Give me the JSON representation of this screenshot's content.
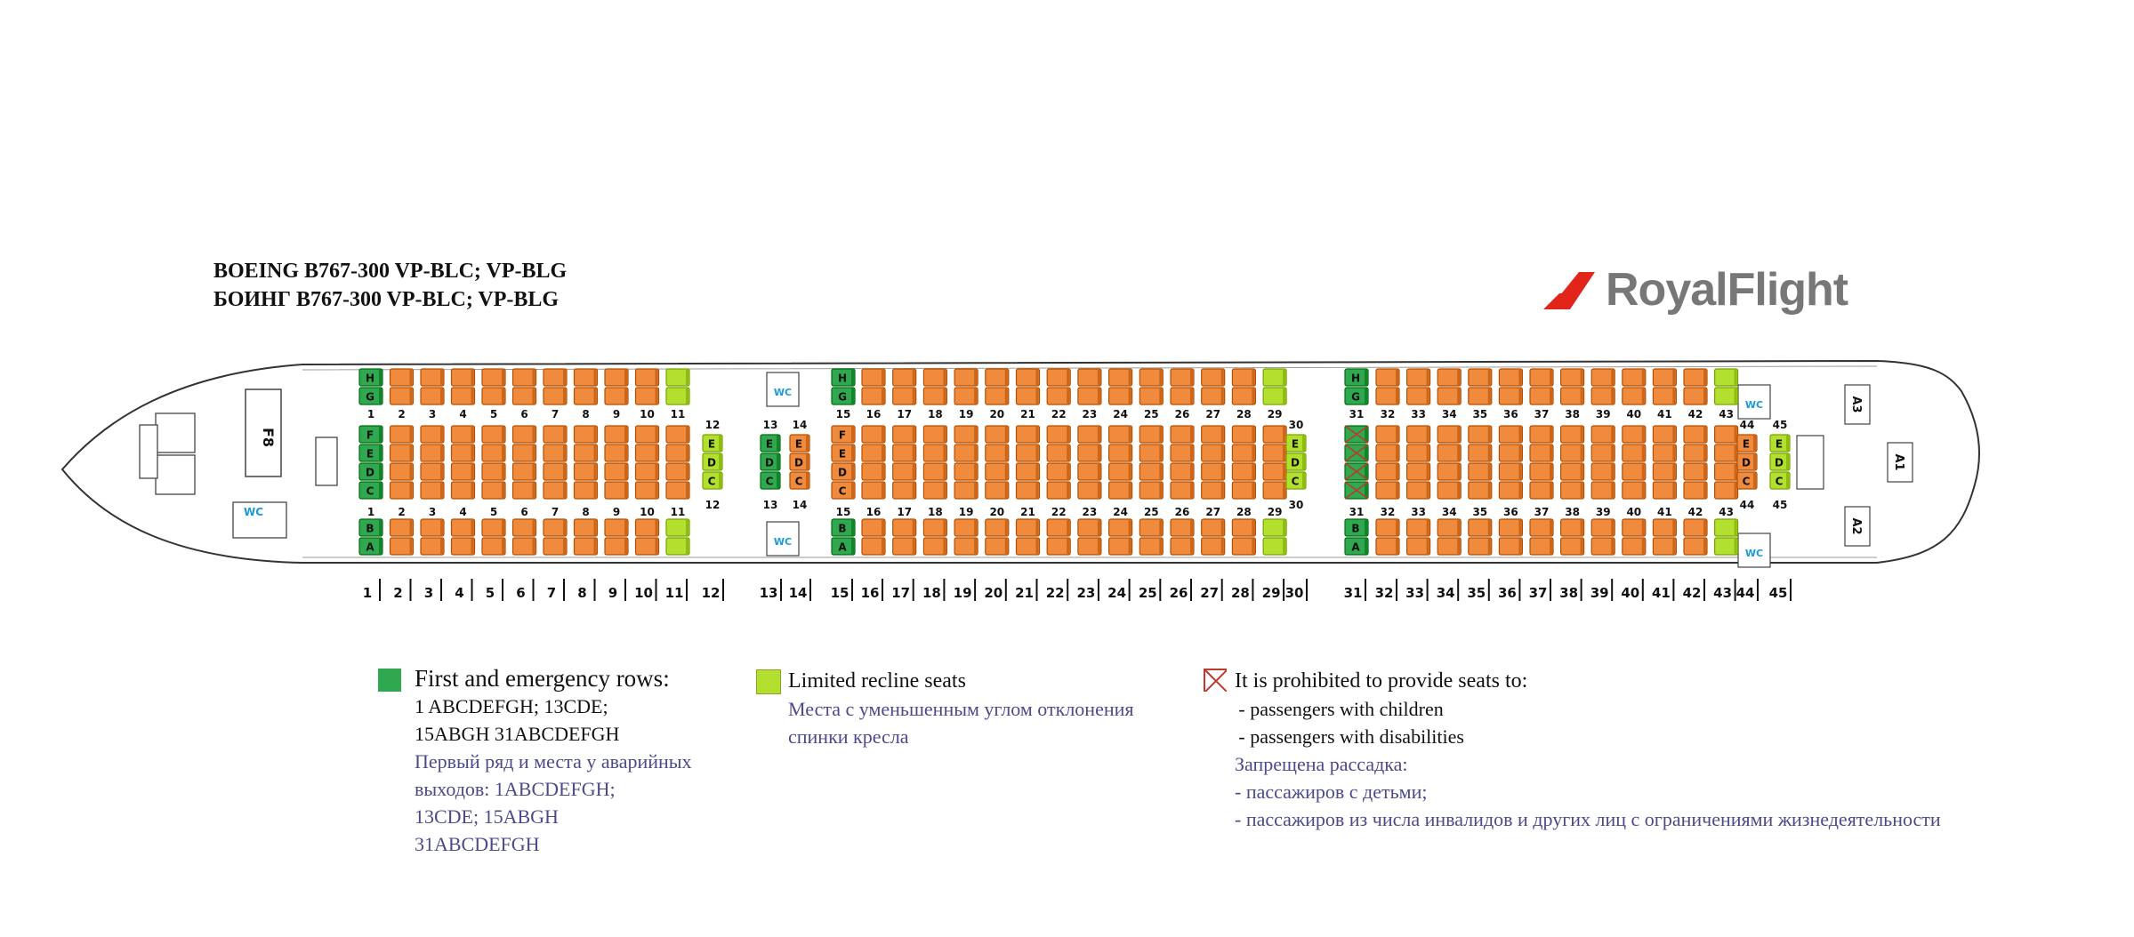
{
  "title": {
    "en": "BOEING B767-300 VP-BLC; VP-BLG",
    "ru": "БОИНГ B767-300 VP-BLC; VP-BLG"
  },
  "logo": {
    "text": "RoyalFlight",
    "color": "#e1251b"
  },
  "cabin": {
    "letters_top": [
      "H",
      "G"
    ],
    "letters_mid": [
      "F",
      "E",
      "D",
      "C"
    ],
    "letters_bot": [
      "B",
      "A"
    ],
    "letters_three": [
      "E",
      "D",
      "C"
    ],
    "wc_label": "WC",
    "cockpit_label": "F8",
    "door_labels": [
      "A3",
      "A1",
      "A2"
    ],
    "row_numbers_top": [
      "1",
      "2",
      "3",
      "4",
      "5",
      "6",
      "7",
      "8",
      "9",
      "10",
      "11",
      "12",
      "13",
      "14",
      "15",
      "16",
      "17",
      "18",
      "19",
      "20",
      "21",
      "22",
      "23",
      "24",
      "25",
      "26",
      "27",
      "28",
      "29",
      "30",
      "31",
      "32",
      "33",
      "34",
      "35",
      "36",
      "37",
      "38",
      "39",
      "40",
      "41",
      "42",
      "43",
      "44",
      "45"
    ],
    "bottom_row_numbers": [
      "1",
      "2",
      "3",
      "4",
      "5",
      "6",
      "7",
      "8",
      "9",
      "10",
      "11",
      "12",
      "13",
      "14",
      "15",
      "16",
      "17",
      "18",
      "19",
      "20",
      "21",
      "22",
      "23",
      "24",
      "25",
      "26",
      "27",
      "28",
      "29",
      "30",
      "31",
      "32",
      "33",
      "34",
      "35",
      "36",
      "37",
      "38",
      "39",
      "40",
      "41",
      "42",
      "43",
      "44",
      "45"
    ]
  },
  "colors": {
    "first_emergency": "#2fa84f",
    "limited_recline": "#b3e02e",
    "standard": "#f08a3c",
    "prohibited_mark": "#c0392b"
  },
  "legend": {
    "first": {
      "title": "First and emergency rows:",
      "lines_en": [
        "1 ABCDEFGH; 13CDE;",
        "15ABGH 31ABCDEFGH"
      ],
      "lines_ru": [
        "Первый ряд и места у аварийных",
        "выходов: 1ABCDEFGH;",
        "13CDE; 15ABGH",
        "31ABCDEFGH"
      ]
    },
    "limited": {
      "title": "Limited recline seats",
      "lines_ru": [
        "Места с уменьшенным углом отклонения",
        "спинки кресла"
      ]
    },
    "prohibited": {
      "title": "It is prohibited to provide seats to:",
      "lines_en": [
        "- passengers with children",
        "- passengers with disabilities"
      ],
      "lines_ru": [
        "Запрещена рассадка:",
        "- пассажиров с детьми;",
        "- пассажиров из числа инвалидов и других лиц с ограничениями жизнедеятельности"
      ]
    }
  }
}
